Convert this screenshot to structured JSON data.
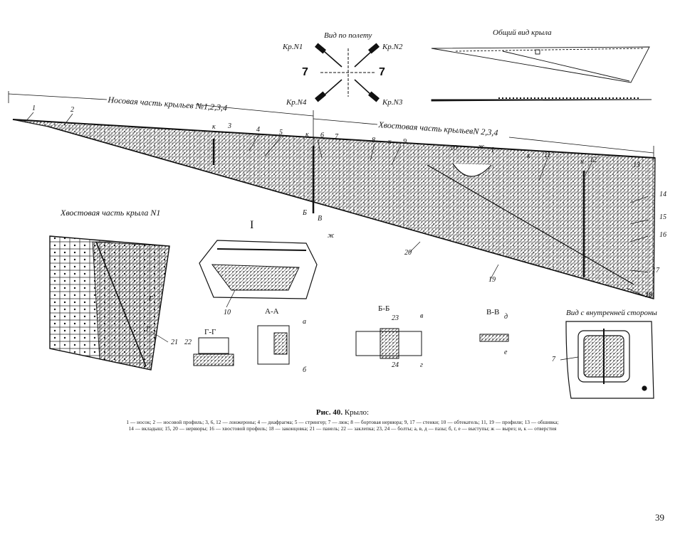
{
  "labels": {
    "view_by_flight": "Вид по полету",
    "general_view": "Общий вид крыла",
    "nose_part": "Носовая часть крыльев №1,2,3,4",
    "tail_part": "Хвостовая часть крыльевN 2,3,4",
    "tail_part_wing1": "Хвостовая часть крыла N1",
    "inner_side_view": "Вид с внутренней стороны",
    "wing_n1": "Кр.N1",
    "wing_n2": "Кр.N2",
    "wing_n3": "Кр.N3",
    "wing_n4": "Кр.N4",
    "seven_left": "7",
    "seven_right": "7",
    "section_I": "I",
    "section_aa": "А-А",
    "section_gg": "Г-Г",
    "section_bb": "Б-Б",
    "section_vv": "В-В"
  },
  "callouts": {
    "c1": "1",
    "c2": "2",
    "c3": "3",
    "c4": "4",
    "c5": "5",
    "c6": "6",
    "c7": "7",
    "c8": "8",
    "c9": "9",
    "c10": "10",
    "c11": "11",
    "c12": "12",
    "c13": "13",
    "c14": "14",
    "c15": "15",
    "c16": "16",
    "c17": "17",
    "c18": "18",
    "c19": "19",
    "c20": "20",
    "c21": "21",
    "c22": "22",
    "c23": "23",
    "c24": "24",
    "k1": "к",
    "k2": "к",
    "k3": "к",
    "k4": "к",
    "i1": "и",
    "zh1": "ж",
    "zh2": "ж",
    "b1": "Б",
    "v1": "В",
    "g1": "Г",
    "g2": "Г",
    "I_mark": "I",
    "a1": "а",
    "b2": "б",
    "v2": "в",
    "g3": "г",
    "d1": "д",
    "e1": "е",
    "c10b": "10",
    "c7b": "7"
  },
  "caption": {
    "fig": "Рис. 40.",
    "title": "Крыло:",
    "legend_line1": "1 — носок;  2 — носовой  профиль;  3,  6,  12 — лонжероны;  4 — диафрагма;  5 — стрингер;  7 — люк;  8 — бортовая  нервюра;   9,   17 — стенки;   10 — обтекатель;   11,   19 — профили;   13 — обшивка;",
    "legend_line2": "14 — вкладыш;  15,  20 — нервюры;  16 — хвостовой  профиль;  18 — законцовка;  21 — панель;  22 — заклепка;  23,  24 — болты;  а,  в,  д — пазы;  б,  г,  е — выступы;  ж — вырез;  и,  к — отверстия"
  },
  "page_number": "39"
}
